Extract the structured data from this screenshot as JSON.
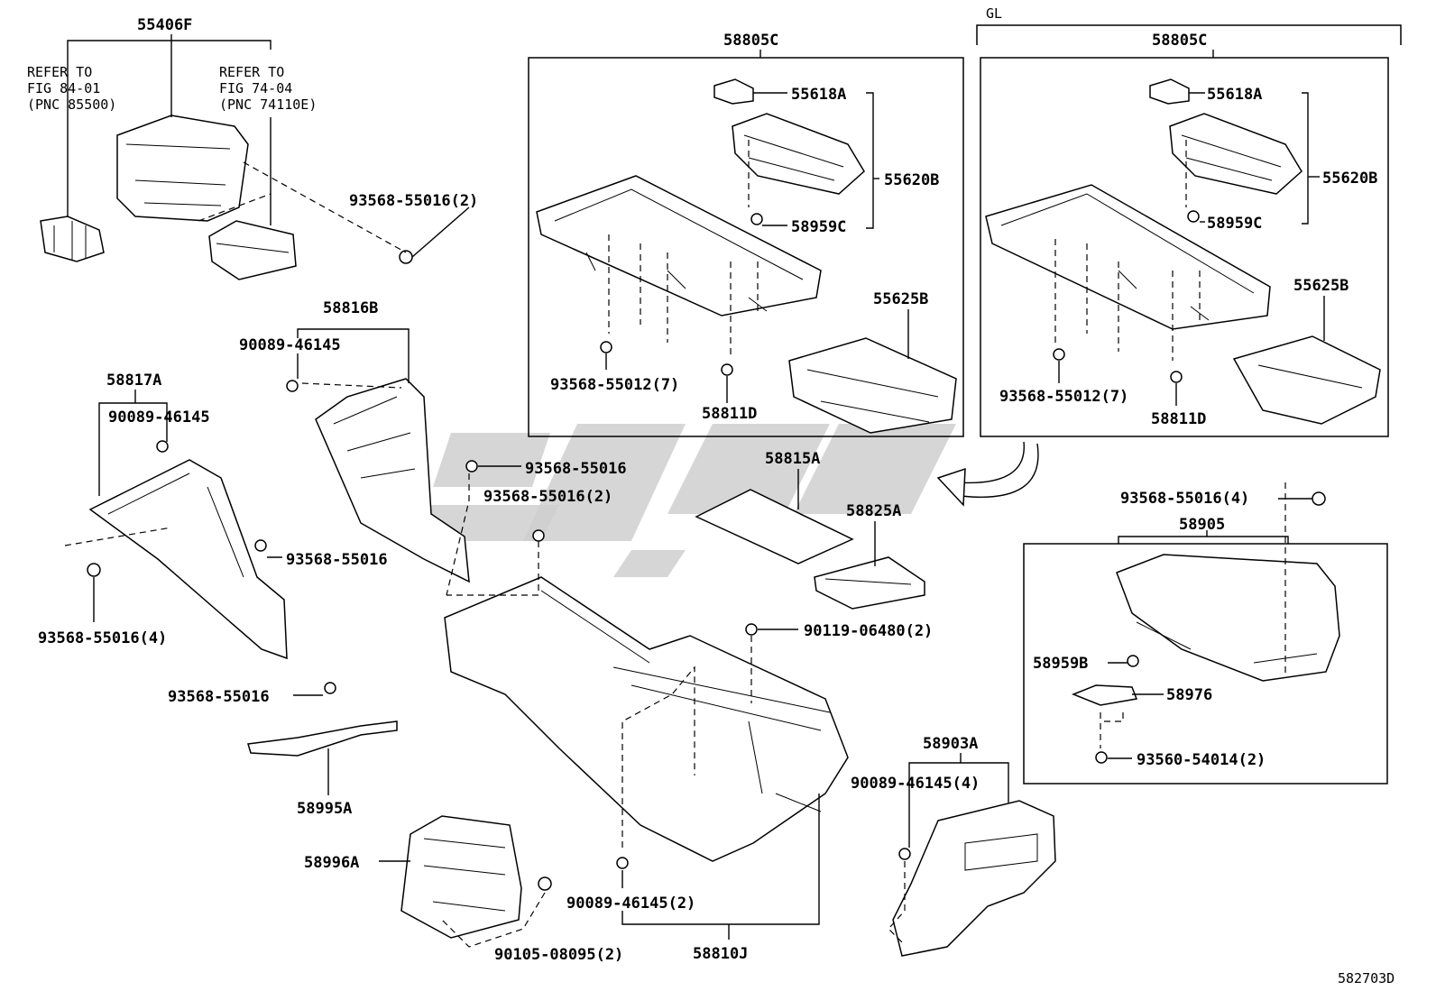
{
  "variant_tag": "GL",
  "drawing_code": "582703D",
  "callouts": {
    "c55406F": "55406F",
    "c58805C_a": "58805C",
    "c58805C_b": "58805C",
    "c55618A_a": "55618A",
    "c55618A_b": "55618A",
    "c55620B_a": "55620B",
    "c55620B_b": "55620B",
    "c58959C_a": "58959C",
    "c58959C_b": "58959C",
    "c55625B_a": "55625B",
    "c55625B_b": "55625B",
    "c93568_55012_a": "93568-55012(7)",
    "c93568_55012_b": "93568-55012(7)",
    "c58811D_a": "58811D",
    "c58811D_b": "58811D",
    "c93568_55016_2_top": "93568-55016(2)",
    "c58816B": "58816B",
    "c90089_46145_a": "90089-46145",
    "c58817A": "58817A",
    "c90089_46145_b": "90089-46145",
    "c93568_55016_mid": "93568-55016",
    "c93568_55016_2_mid": "93568-55016(2)",
    "c93568_55016_left": "93568-55016",
    "c93568_55016_4_left": "93568-55016(4)",
    "c58815A": "58815A",
    "c58825A": "58825A",
    "c93568_55016_4_right": "93568-55016(4)",
    "c58905": "58905",
    "c90119_06480": "90119-06480(2)",
    "c58959B": "58959B",
    "c58976": "58976",
    "c93560_54014": "93560-54014(2)",
    "c58903A": "58903A",
    "c90089_46145_4": "90089-46145(4)",
    "c93568_55016_bracket": "93568-55016",
    "c58995A": "58995A",
    "c58996A": "58996A",
    "c90089_46145_2": "90089-46145(2)",
    "c90105_08095": "90105-08095(2)",
    "c58810J": "58810J"
  },
  "refer_notes": {
    "left": [
      "REFER TO",
      "FIG 84-01",
      "(PNC 85500)"
    ],
    "right": [
      "REFER TO",
      "FIG 74-04",
      "(PNC 74110E)"
    ]
  }
}
